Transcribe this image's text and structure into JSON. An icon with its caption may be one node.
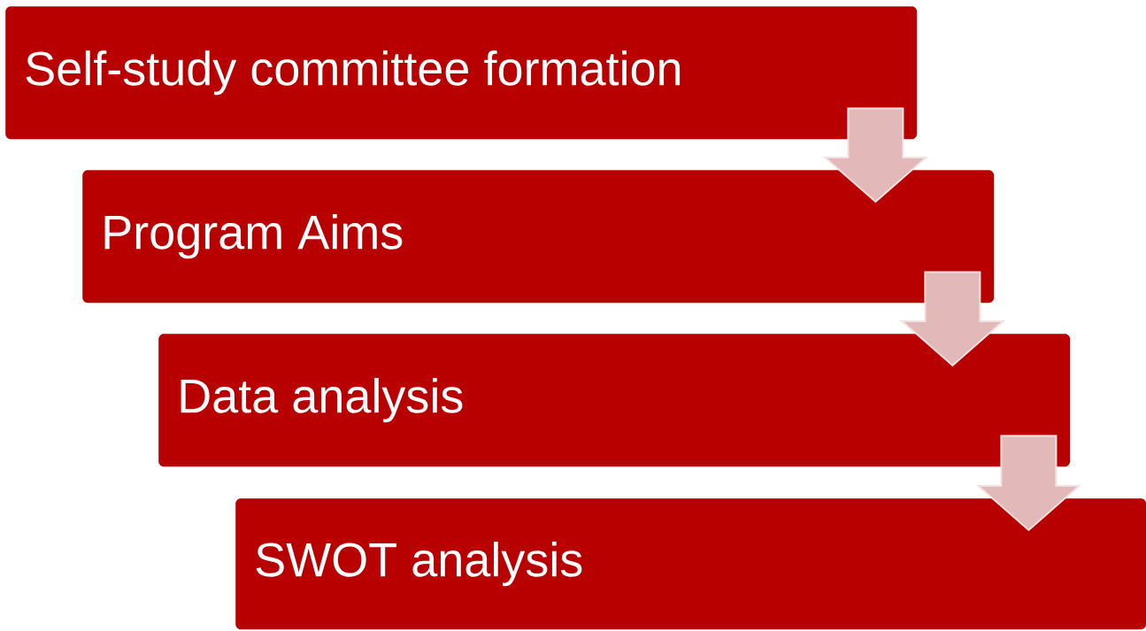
{
  "diagram": {
    "nodes": [
      {
        "text": [
          "Self-study committee formation"
        ]
      },
      {
        "text": [
          "Program Aims"
        ]
      },
      {
        "text": [
          "Data analysis"
        ]
      },
      {
        "text": [
          "SWOT analysis"
        ]
      }
    ],
    "edges": [
      {
        "from": 0,
        "to": 1,
        "arrow": "to"
      },
      {
        "from": 1,
        "to": 2,
        "arrow": "to"
      },
      {
        "from": 2,
        "to": 3,
        "arrow": "to"
      }
    ]
  }
}
